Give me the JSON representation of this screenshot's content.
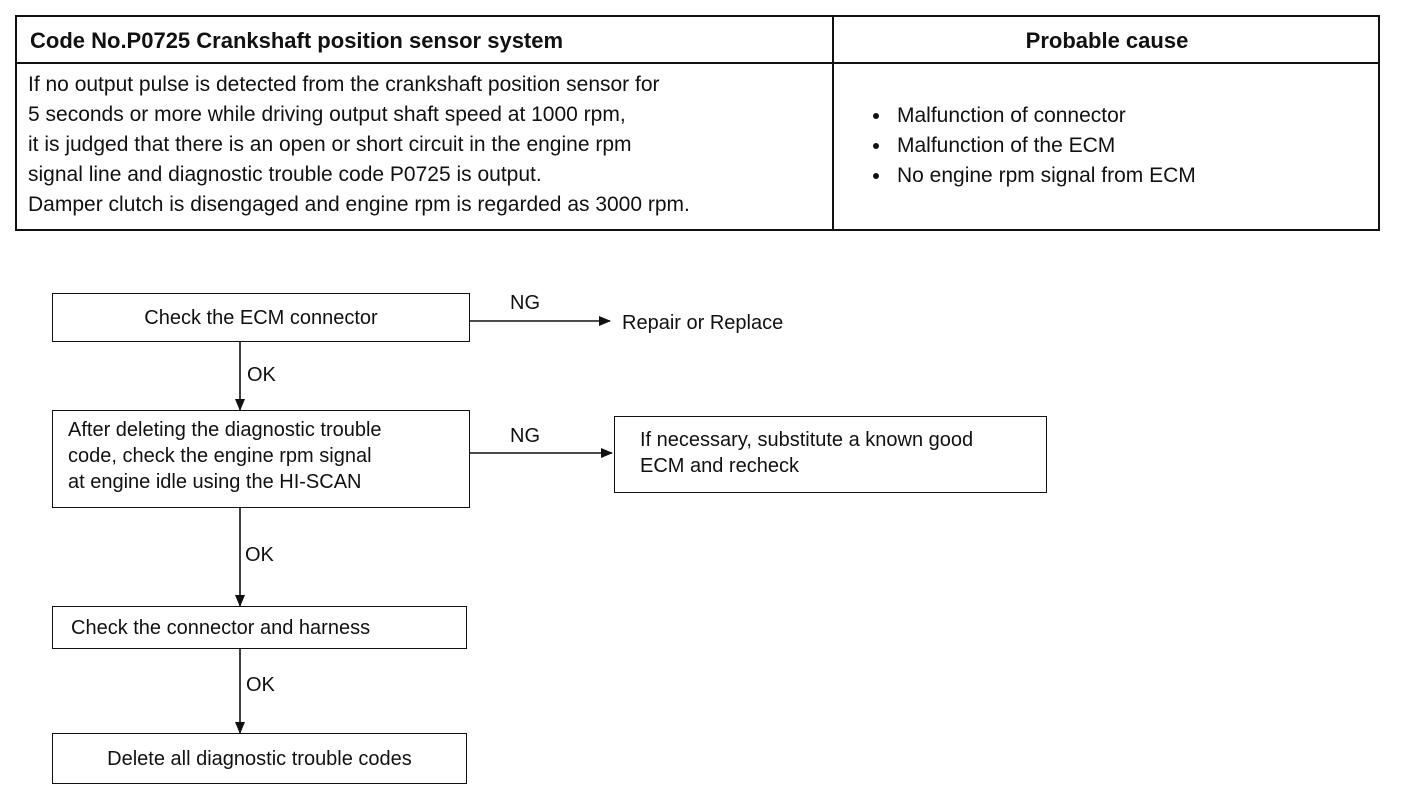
{
  "table": {
    "header_code": "Code No.P0725 Crankshaft position sensor system",
    "header_cause": "Probable cause",
    "description_lines": [
      "If no output pulse is detected from the crankshaft position sensor for",
      "5 seconds or more while driving output shaft speed at 1000 rpm,",
      "it is judged that there is an open or short circuit in the engine rpm",
      "signal line and diagnostic trouble code P0725 is output.",
      "Damper clutch is disengaged and engine rpm is regarded as 3000 rpm."
    ],
    "causes": [
      "Malfunction of connector",
      "Malfunction of the ECM",
      "No engine rpm signal from ECM"
    ]
  },
  "flow": {
    "step1": "Check the ECM connector",
    "step1_ng": "NG",
    "step1_ng_result": "Repair or Replace",
    "step1_ok": "OK",
    "step2_lines": [
      "After deleting the diagnostic trouble",
      "code, check the engine rpm signal",
      "at engine idle using the HI-SCAN"
    ],
    "step2_ng": "NG",
    "step2_ng_result_lines": [
      "If necessary, substitute a known good",
      "ECM and recheck"
    ],
    "step2_ok": "OK",
    "step3": "Check the connector and harness",
    "step3_ok": "OK",
    "step4": "Delete all diagnostic trouble codes"
  }
}
